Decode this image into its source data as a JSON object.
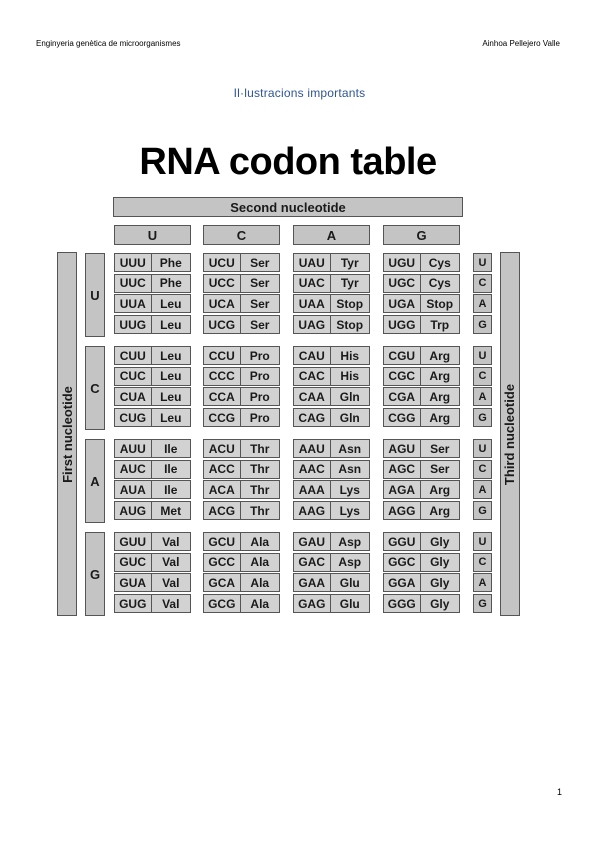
{
  "header": {
    "left": "Enginyeria genètica de microorganismes",
    "right": "Ainhoa Pellejero Valle"
  },
  "section_title": "Il·lustracions importants",
  "page_number": "1",
  "codon_table": {
    "title": "RNA codon table",
    "second_label": "Second nucleotide",
    "first_label": "First nucleotide",
    "third_label": "Third nucleotide",
    "nucleotides": [
      "U",
      "C",
      "A",
      "G"
    ],
    "blocks": [
      [
        [
          [
            "UUU",
            "Phe"
          ],
          [
            "UUC",
            "Phe"
          ],
          [
            "UUA",
            "Leu"
          ],
          [
            "UUG",
            "Leu"
          ]
        ],
        [
          [
            "UCU",
            "Ser"
          ],
          [
            "UCC",
            "Ser"
          ],
          [
            "UCA",
            "Ser"
          ],
          [
            "UCG",
            "Ser"
          ]
        ],
        [
          [
            "UAU",
            "Tyr"
          ],
          [
            "UAC",
            "Tyr"
          ],
          [
            "UAA",
            "Stop"
          ],
          [
            "UAG",
            "Stop"
          ]
        ],
        [
          [
            "UGU",
            "Cys"
          ],
          [
            "UGC",
            "Cys"
          ],
          [
            "UGA",
            "Stop"
          ],
          [
            "UGG",
            "Trp"
          ]
        ]
      ],
      [
        [
          [
            "CUU",
            "Leu"
          ],
          [
            "CUC",
            "Leu"
          ],
          [
            "CUA",
            "Leu"
          ],
          [
            "CUG",
            "Leu"
          ]
        ],
        [
          [
            "CCU",
            "Pro"
          ],
          [
            "CCC",
            "Pro"
          ],
          [
            "CCA",
            "Pro"
          ],
          [
            "CCG",
            "Pro"
          ]
        ],
        [
          [
            "CAU",
            "His"
          ],
          [
            "CAC",
            "His"
          ],
          [
            "CAA",
            "Gln"
          ],
          [
            "CAG",
            "Gln"
          ]
        ],
        [
          [
            "CGU",
            "Arg"
          ],
          [
            "CGC",
            "Arg"
          ],
          [
            "CGA",
            "Arg"
          ],
          [
            "CGG",
            "Arg"
          ]
        ]
      ],
      [
        [
          [
            "AUU",
            "Ile"
          ],
          [
            "AUC",
            "Ile"
          ],
          [
            "AUA",
            "Ile"
          ],
          [
            "AUG",
            "Met"
          ]
        ],
        [
          [
            "ACU",
            "Thr"
          ],
          [
            "ACC",
            "Thr"
          ],
          [
            "ACA",
            "Thr"
          ],
          [
            "ACG",
            "Thr"
          ]
        ],
        [
          [
            "AAU",
            "Asn"
          ],
          [
            "AAC",
            "Asn"
          ],
          [
            "AAA",
            "Lys"
          ],
          [
            "AAG",
            "Lys"
          ]
        ],
        [
          [
            "AGU",
            "Ser"
          ],
          [
            "AGC",
            "Ser"
          ],
          [
            "AGA",
            "Arg"
          ],
          [
            "AGG",
            "Arg"
          ]
        ]
      ],
      [
        [
          [
            "GUU",
            "Val"
          ],
          [
            "GUC",
            "Val"
          ],
          [
            "GUA",
            "Val"
          ],
          [
            "GUG",
            "Val"
          ]
        ],
        [
          [
            "GCU",
            "Ala"
          ],
          [
            "GCC",
            "Ala"
          ],
          [
            "GCA",
            "Ala"
          ],
          [
            "GCG",
            "Ala"
          ]
        ],
        [
          [
            "GAU",
            "Asp"
          ],
          [
            "GAC",
            "Asp"
          ],
          [
            "GAA",
            "Glu"
          ],
          [
            "GAG",
            "Glu"
          ]
        ],
        [
          [
            "GGU",
            "Gly"
          ],
          [
            "GGC",
            "Gly"
          ],
          [
            "GGA",
            "Gly"
          ],
          [
            "GGG",
            "Gly"
          ]
        ]
      ]
    ]
  }
}
